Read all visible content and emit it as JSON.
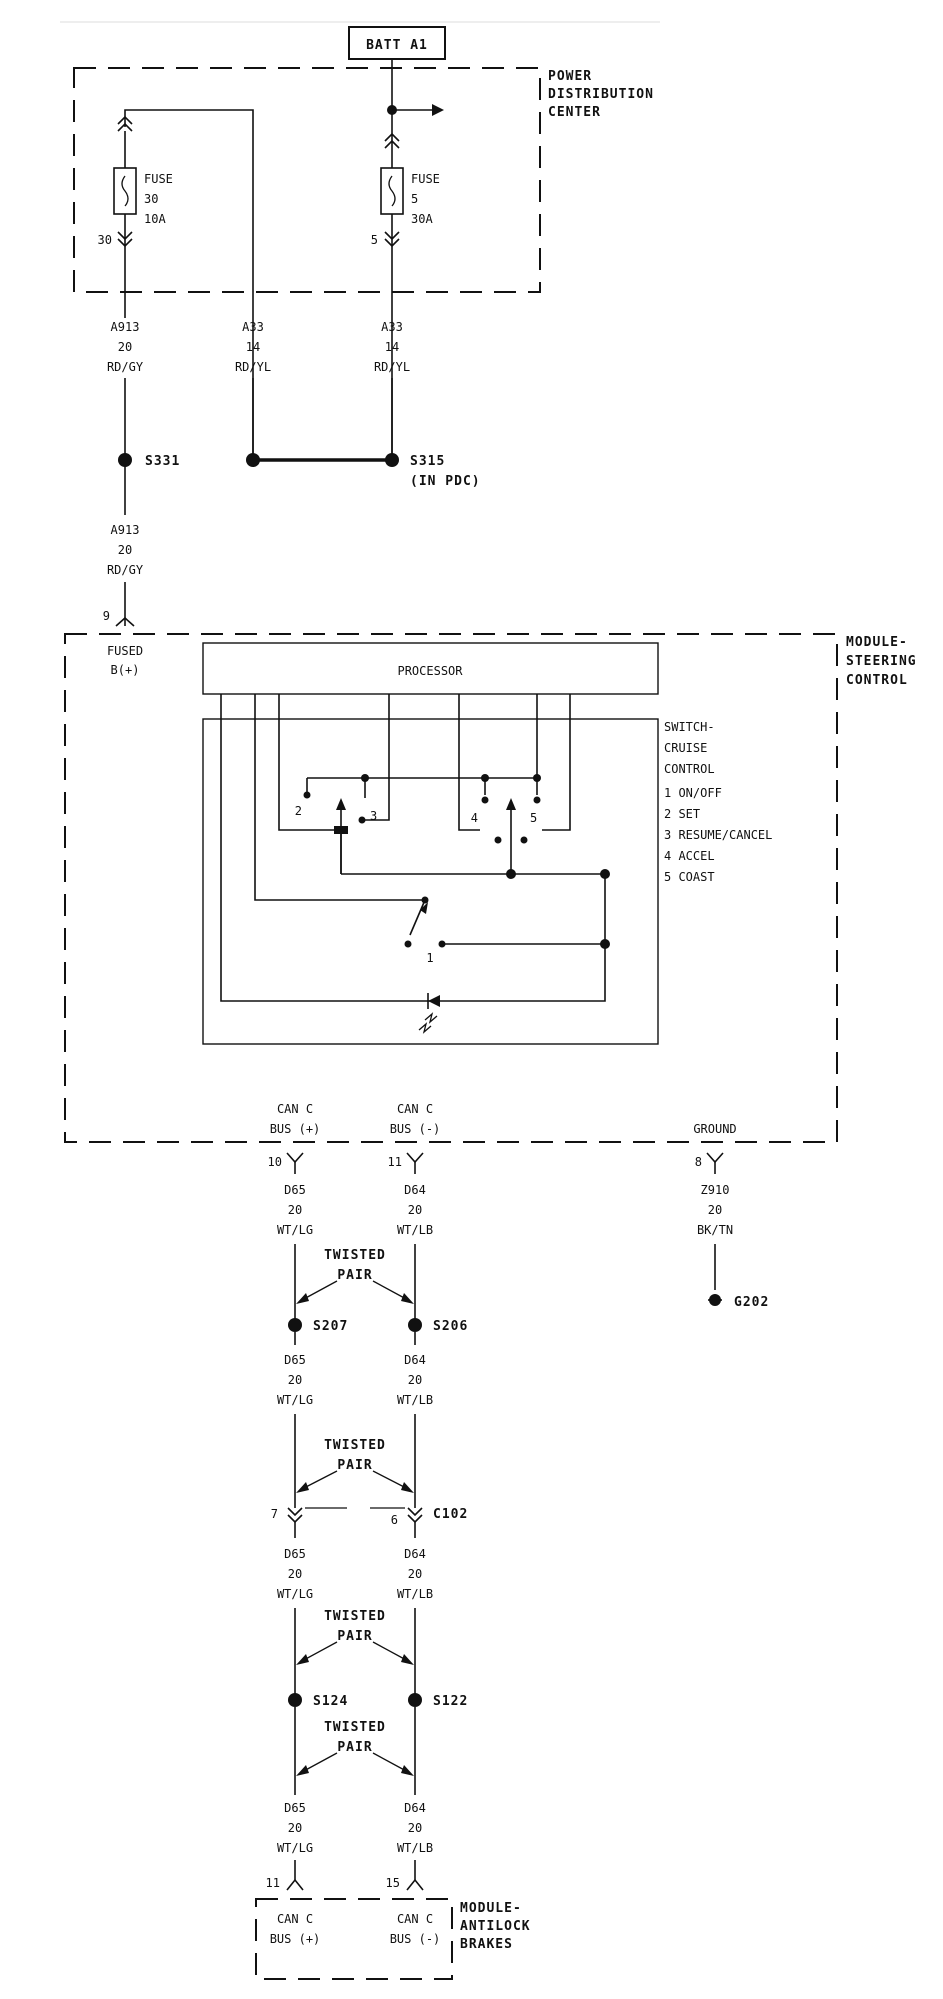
{
  "batt": "BATT A1",
  "pdc": {
    "title": [
      "POWER",
      "DISTRIBUTION",
      "CENTER"
    ],
    "fuse30": {
      "label": "FUSE",
      "num": "30",
      "amp": "10A",
      "cavity": "30"
    },
    "fuse5": {
      "label": "FUSE",
      "num": "5",
      "amp": "30A",
      "cavity": "5"
    }
  },
  "wires": {
    "a913_top": [
      "A913",
      "20",
      "RD/GY"
    ],
    "a33_left": [
      "A33",
      "14",
      "RD/YL"
    ],
    "a33_right": [
      "A33",
      "14",
      "RD/YL"
    ],
    "a913_bottom": [
      "A913",
      "20",
      "RD/GY"
    ],
    "d65_1": [
      "D65",
      "20",
      "WT/LG"
    ],
    "d64_1": [
      "D64",
      "20",
      "WT/LB"
    ],
    "d65_2": [
      "D65",
      "20",
      "WT/LG"
    ],
    "d64_2": [
      "D64",
      "20",
      "WT/LB"
    ],
    "d65_3": [
      "D65",
      "20",
      "WT/LG"
    ],
    "d64_3": [
      "D64",
      "20",
      "WT/LB"
    ],
    "d65_4": [
      "D65",
      "20",
      "WT/LG"
    ],
    "d64_4": [
      "D64",
      "20",
      "WT/LB"
    ],
    "z910": [
      "Z910",
      "20",
      "BK/TN"
    ]
  },
  "splices": {
    "s331": "S331",
    "s315": "S315",
    "s315_note": "(IN PDC)",
    "s207": "S207",
    "s206": "S206",
    "s124": "S124",
    "s122": "S122",
    "g202": "G202",
    "c102": "C102"
  },
  "msc": {
    "title": [
      "MODULE-",
      "STEERING",
      "CONTROL"
    ],
    "pin9": "9",
    "fused": [
      "FUSED",
      "B(+)"
    ],
    "processor": "PROCESSOR",
    "switch_title": [
      "SWITCH-",
      "CRUISE",
      "CONTROL"
    ],
    "switch_items": [
      "1 ON/OFF",
      "2 SET",
      "3 RESUME/CANCEL",
      "4 ACCEL",
      "5 COAST"
    ],
    "contacts": {
      "c1": "1",
      "c2": "2",
      "c3": "3",
      "c4": "4",
      "c5": "5"
    },
    "canc_pos": [
      "CAN C",
      "BUS (+)"
    ],
    "canc_neg": [
      "CAN C",
      "BUS (-)"
    ],
    "ground": "GROUND",
    "pin10": "10",
    "pin11": "11",
    "pin8": "8"
  },
  "twisted": [
    "TWISTED",
    "PAIR"
  ],
  "c102_pins": {
    "left": "7",
    "right": "6"
  },
  "abs": {
    "title": [
      "MODULE-",
      "ANTILOCK",
      "BRAKES"
    ],
    "pin11": "11",
    "pin15": "15",
    "canc_pos": [
      "CAN C",
      "BUS (+)"
    ],
    "canc_neg": [
      "CAN C",
      "BUS (-)"
    ]
  }
}
